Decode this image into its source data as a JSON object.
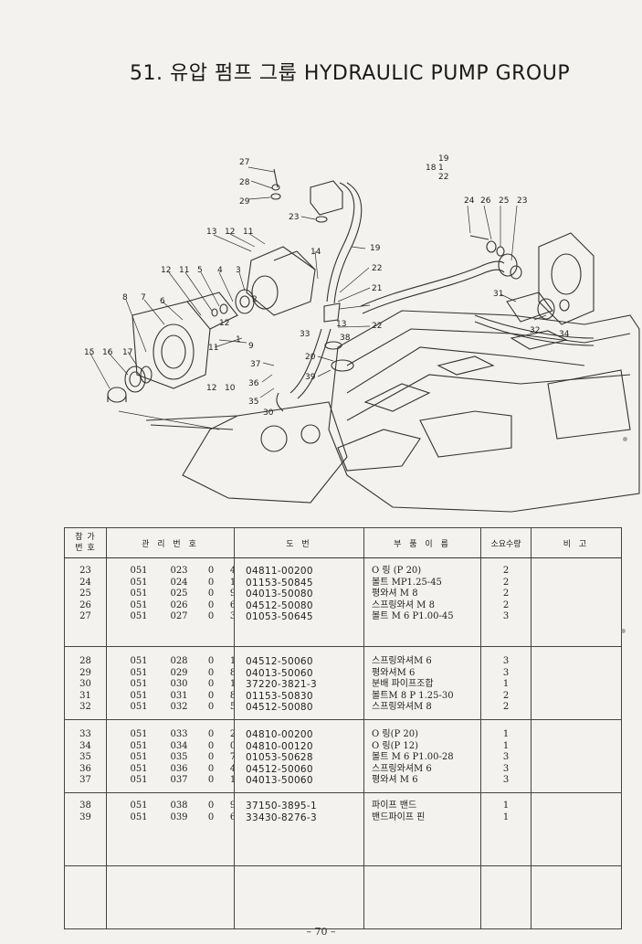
{
  "header": {
    "title": "51. 유압 펌프 그룹   HYDRAULIC PUMP GROUP"
  },
  "diagram_labels": [
    "27",
    "28",
    "29",
    "23",
    "14",
    "19",
    "18",
    "19",
    "1",
    "22",
    "24",
    "26",
    "25",
    "23",
    "13",
    "12",
    "11",
    "12",
    "11",
    "5",
    "4",
    "3",
    "2",
    "22",
    "21",
    "8",
    "7",
    "6",
    "12",
    "1",
    "9",
    "11",
    "33",
    "13",
    "22",
    "38",
    "31",
    "32",
    "34",
    "15",
    "16",
    "17",
    "37",
    "20",
    "36",
    "39",
    "35",
    "10",
    "12",
    "30"
  ],
  "table": {
    "headers": {
      "no": [
        "참 가",
        "번 호"
      ],
      "mgmt": "관 리 번 호",
      "code": "도 번",
      "name": "부 품 이 름",
      "qty": "소요수량",
      "remark": "비 고"
    },
    "groups": [
      [
        {
          "no": "23",
          "a": "051",
          "b": "023",
          "c": "0",
          "d": "4",
          "code": "04811-00200",
          "name": "O 링 (P 20)",
          "qty": "2"
        },
        {
          "no": "24",
          "a": "051",
          "b": "024",
          "c": "0",
          "d": "1",
          "code": "01153-50845",
          "name": "볼트 MP1.25-45",
          "qty": "2"
        },
        {
          "no": "25",
          "a": "051",
          "b": "025",
          "c": "0",
          "d": "9",
          "code": "04013-50080",
          "name": "평와셔 M 8",
          "qty": "2"
        },
        {
          "no": "26",
          "a": "051",
          "b": "026",
          "c": "0",
          "d": "6",
          "code": "04512-50080",
          "name": "스프링와셔 M 8",
          "qty": "2"
        },
        {
          "no": "27",
          "a": "051",
          "b": "027",
          "c": "0",
          "d": "3",
          "code": "01053-50645",
          "name": "볼트 M 6 P1.00-45",
          "qty": "3"
        }
      ],
      [
        {
          "no": "28",
          "a": "051",
          "b": "028",
          "c": "0",
          "d": "1",
          "code": "04512-50060",
          "name": "스프링와셔M 6",
          "qty": "3"
        },
        {
          "no": "29",
          "a": "051",
          "b": "029",
          "c": "0",
          "d": "8",
          "code": "04013-50060",
          "name": "평와셔M 6",
          "qty": "3"
        },
        {
          "no": "30",
          "a": "051",
          "b": "030",
          "c": "0",
          "d": "1",
          "code": "37220-3821-3",
          "name": "분배 파이프조합",
          "qty": "1"
        },
        {
          "no": "31",
          "a": "051",
          "b": "031",
          "c": "0",
          "d": "8",
          "code": "01153-50830",
          "name": "볼트M 8 P 1.25-30",
          "qty": "2"
        },
        {
          "no": "32",
          "a": "051",
          "b": "032",
          "c": "0",
          "d": "5",
          "code": "04512-50080",
          "name": "스프링와셔M 8",
          "qty": "2"
        }
      ],
      [
        {
          "no": "33",
          "a": "051",
          "b": "033",
          "c": "0",
          "d": "2",
          "code": "04810-00200",
          "name": "O 링(P 20)",
          "qty": "1"
        },
        {
          "no": "34",
          "a": "051",
          "b": "034",
          "c": "0",
          "d": "0",
          "code": "04810-00120",
          "name": "O 링(P 12)",
          "qty": "1"
        },
        {
          "no": "35",
          "a": "051",
          "b": "035",
          "c": "0",
          "d": "7",
          "code": "01053-50628",
          "name": "볼트 M 6 P1.00-28",
          "qty": "3"
        },
        {
          "no": "36",
          "a": "051",
          "b": "036",
          "c": "0",
          "d": "4",
          "code": "04512-50060",
          "name": "스프링와셔M 6",
          "qty": "3"
        },
        {
          "no": "37",
          "a": "051",
          "b": "037",
          "c": "0",
          "d": "1",
          "code": "04013-50060",
          "name": "평와셔 M 6",
          "qty": "3"
        }
      ],
      [
        {
          "no": "38",
          "a": "051",
          "b": "038",
          "c": "0",
          "d": "9",
          "code": "37150-3895-1",
          "name": "파이프 밴드",
          "qty": "1"
        },
        {
          "no": "39",
          "a": "051",
          "b": "039",
          "c": "0",
          "d": "6",
          "code": "33430-8276-3",
          "name": "밴드파이프 핀",
          "qty": "1"
        }
      ]
    ]
  },
  "footer": {
    "page_number": "– 70 –"
  }
}
